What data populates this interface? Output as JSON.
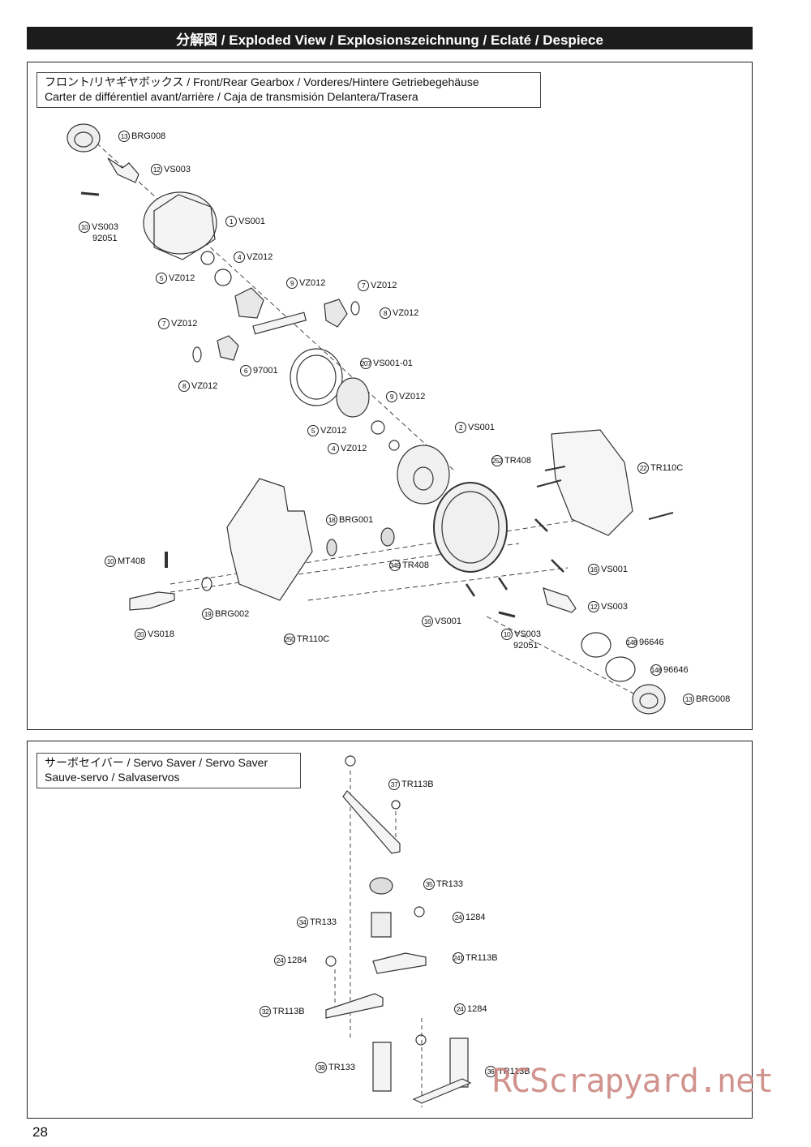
{
  "header": {
    "title": "分解図 / Exploded View / Explosionszeichnung / Eclaté / Despiece"
  },
  "sections": [
    {
      "title_line1": "フロント/リヤギヤボックス /   Front/Rear Gearbox / Vorderes/Hintere Getriebegehäuse",
      "title_line2": "Carter de différentiel avant/arrière / Caja de transmisión Delantera/Trasera"
    },
    {
      "title_line1": "サーボセイバー / Servo Saver / Servo Saver",
      "title_line2": "Sauve-servo / Salvaservos"
    }
  ],
  "gearbox_parts": [
    {
      "num": "13",
      "code": "BRG008"
    },
    {
      "num": "12",
      "code": "VS003"
    },
    {
      "num": "10",
      "code": "VS003",
      "sub": "92051"
    },
    {
      "num": "1",
      "code": "VS001"
    },
    {
      "num": "4",
      "code": "VZ012"
    },
    {
      "num": "5",
      "code": "VZ012"
    },
    {
      "num": "9",
      "code": "VZ012"
    },
    {
      "num": "7",
      "code": "VZ012"
    },
    {
      "num": "8",
      "code": "VZ012"
    },
    {
      "num": "7",
      "code": "VZ012"
    },
    {
      "num": "6",
      "code": "97001"
    },
    {
      "num": "8",
      "code": "VZ012"
    },
    {
      "num": "207",
      "code": "VS001-01"
    },
    {
      "num": "9",
      "code": "VZ012"
    },
    {
      "num": "5",
      "code": "VZ012"
    },
    {
      "num": "2",
      "code": "VS001"
    },
    {
      "num": "4",
      "code": "VZ012"
    },
    {
      "num": "252",
      "code": "TR408"
    },
    {
      "num": "22",
      "code": "TR110C"
    },
    {
      "num": "18",
      "code": "BRG001"
    },
    {
      "num": "10",
      "code": "MT408"
    },
    {
      "num": "349",
      "code": "TR408"
    },
    {
      "num": "16",
      "code": "VS001"
    },
    {
      "num": "12",
      "code": "VS003"
    },
    {
      "num": "19",
      "code": "BRG002"
    },
    {
      "num": "20",
      "code": "VS018"
    },
    {
      "num": "250",
      "code": "TR110C"
    },
    {
      "num": "16",
      "code": "VS001"
    },
    {
      "num": "10",
      "code": "VS003",
      "sub": "92051"
    },
    {
      "num": "148",
      "code": "96646"
    },
    {
      "num": "148",
      "code": "96646"
    },
    {
      "num": "13",
      "code": "BRG008"
    }
  ],
  "servo_parts": [
    {
      "num": "37",
      "code": "TR113B"
    },
    {
      "num": "35",
      "code": "TR133"
    },
    {
      "num": "34",
      "code": "TR133"
    },
    {
      "num": "24",
      "code": "1284"
    },
    {
      "num": "24",
      "code": "1284"
    },
    {
      "num": "241",
      "code": "TR113B"
    },
    {
      "num": "32",
      "code": "TR113B"
    },
    {
      "num": "24",
      "code": "1284"
    },
    {
      "num": "38",
      "code": "TR133"
    },
    {
      "num": "36",
      "code": "TR113B"
    }
  ],
  "page_number": "28",
  "watermark": "RCScrapyard.net"
}
